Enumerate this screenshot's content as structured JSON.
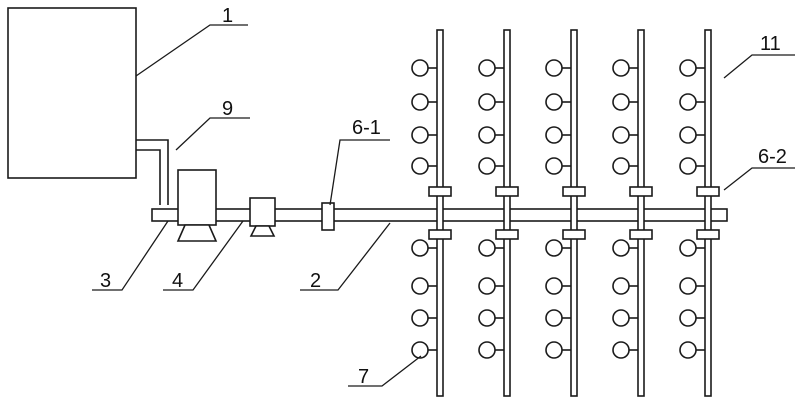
{
  "labels": {
    "tank": "1",
    "main_pipe": "2",
    "pump": "3",
    "filter": "4",
    "valve_main": "6-1",
    "valve_branch": "6-2",
    "nozzle": "7",
    "inlet_pipe": "9",
    "branch_pipe": "11"
  },
  "layout": {
    "branch_count": 5,
    "nozzles_per_side": 4
  }
}
